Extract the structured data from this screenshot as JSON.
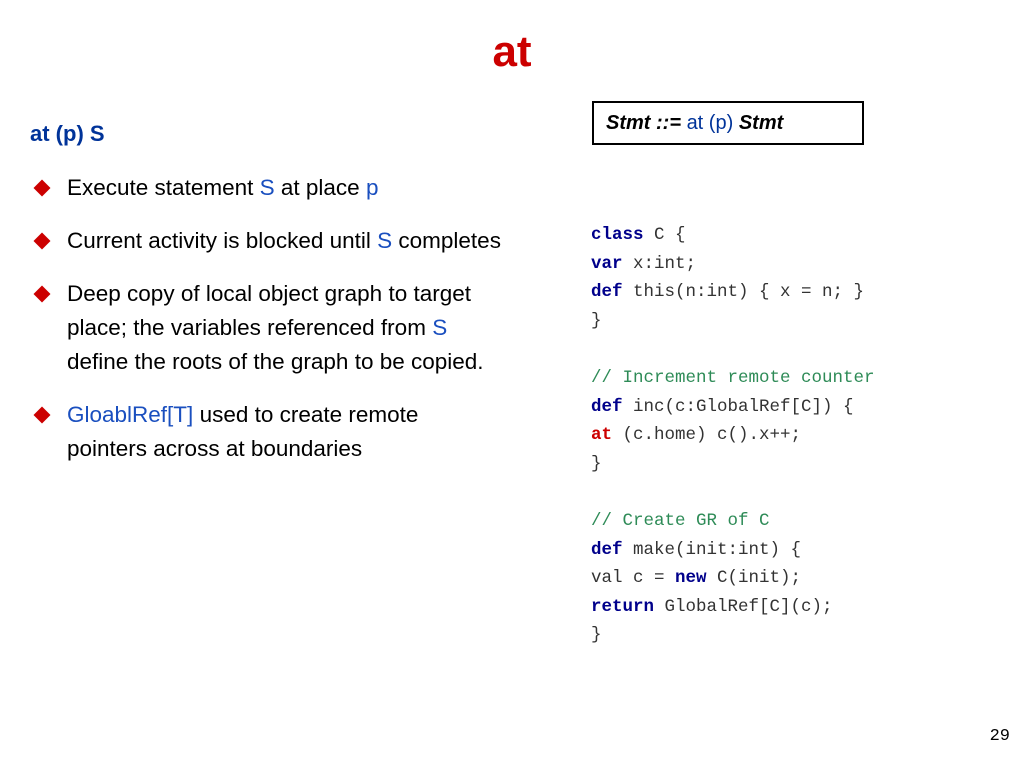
{
  "slide": {
    "title": "at",
    "subhead": "at (p) S",
    "page_number": "29"
  },
  "bullets": [
    {
      "t1": "Execute statement ",
      "b1": "S",
      "t2": " at place ",
      "b2": "p"
    },
    {
      "t1": "Current activity is blocked until ",
      "b1": "S",
      "t2": " completes"
    },
    {
      "t1": "Deep copy of local object graph to target place; the variables referenced from ",
      "b1": "S",
      "t2": " define the roots of the graph to be copied."
    },
    {
      "b1": "GloablRef[T]",
      "t2": " used to create remote pointers across at boundaries"
    }
  ],
  "grammar": {
    "lhs": "Stmt ::=",
    "kw": "at (p)",
    "rhs": "Stmt"
  },
  "code": [
    [
      {
        "k": "class"
      },
      {
        "t": " C {"
      }
    ],
    [
      {
        "k": "var"
      },
      {
        "t": " x:int;"
      }
    ],
    [
      {
        "k": "def"
      },
      {
        "t": " this(n:int) { x = n; }"
      }
    ],
    [
      {
        "t": "}"
      }
    ],
    [],
    [
      {
        "c": "// Increment remote counter"
      }
    ],
    [
      {
        "k": "def"
      },
      {
        "t": " inc(c:GlobalRef[C]) {"
      }
    ],
    [
      {
        "at": "at"
      },
      {
        "t": " (c.home) c().x++;"
      }
    ],
    [
      {
        "t": "}"
      }
    ],
    [],
    [
      {
        "c": "// Create GR of C"
      }
    ],
    [
      {
        "k": "def"
      },
      {
        "t": " make(init:int) {"
      }
    ],
    [
      {
        "t": "val c = "
      },
      {
        "k": "new"
      },
      {
        "t": " C(init);"
      }
    ],
    [
      {
        "k": "return"
      },
      {
        "t": " GlobalRef[C](c);"
      }
    ],
    [
      {
        "t": "}"
      }
    ]
  ]
}
